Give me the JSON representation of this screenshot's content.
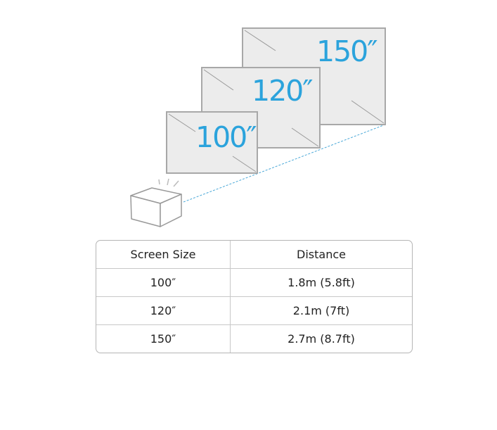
{
  "screens": [
    {
      "label": "150″"
    },
    {
      "label": "120″"
    },
    {
      "label": "100″"
    }
  ],
  "colors": {
    "accent": "#2ba3dc",
    "screen_fill": "#ececec",
    "screen_border": "#a8a8a8"
  },
  "table": {
    "headers": [
      "Screen Size",
      "Distance"
    ],
    "rows": [
      [
        "100″",
        "1.8m (5.8ft)"
      ],
      [
        "120″",
        "2.1m (7ft)"
      ],
      [
        "150″",
        "2.7m (8.7ft)"
      ]
    ]
  }
}
